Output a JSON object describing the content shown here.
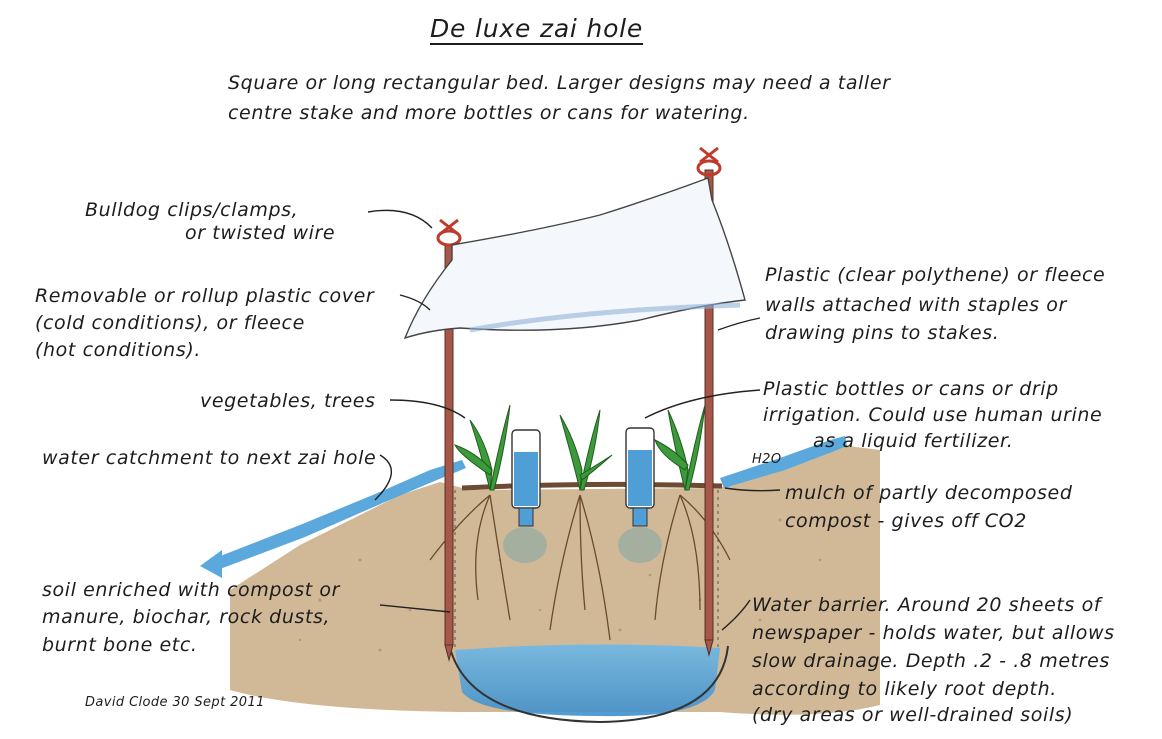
{
  "title": "De luxe zai hole",
  "intro": {
    "line1": "Square or long rectangular bed. Larger designs may need a taller",
    "line2": "centre stake and more bottles or cans for watering."
  },
  "labels": {
    "clips": [
      "Bulldog clips/clamps,",
      "or twisted wire"
    ],
    "cover": [
      "Removable or rollup plastic cover",
      "(cold conditions), or fleece",
      "(hot conditions)."
    ],
    "veg": "vegetables, trees",
    "catchment": "water catchment to next zai hole",
    "soil": [
      "soil enriched with compost or",
      "manure, biochar, rock dusts,",
      "burnt bone etc."
    ],
    "walls": [
      "Plastic (clear polythene) or fleece",
      "walls attached with staples or",
      "drawing pins to stakes."
    ],
    "bottles": [
      "Plastic bottles or cans or drip",
      "irrigation. Could use human urine",
      "as a liquid fertilizer."
    ],
    "h2o": "H2O",
    "mulch": [
      "mulch of partly decomposed",
      "compost - gives off CO2"
    ],
    "barrier": [
      "Water barrier. Around 20 sheets of",
      "newspaper - holds water, but allows",
      "slow drainage. Depth .2 - .8 metres",
      "according to likely root depth.",
      "(dry areas or well-drained soils)"
    ]
  },
  "signature": "David Clode   30 Sept 2011",
  "colors": {
    "soil": "#c9ad86",
    "water": "#5aa8dc",
    "stake": "#a5584a",
    "plant": "#3c9a3a",
    "cover": "#f4f7fb"
  }
}
